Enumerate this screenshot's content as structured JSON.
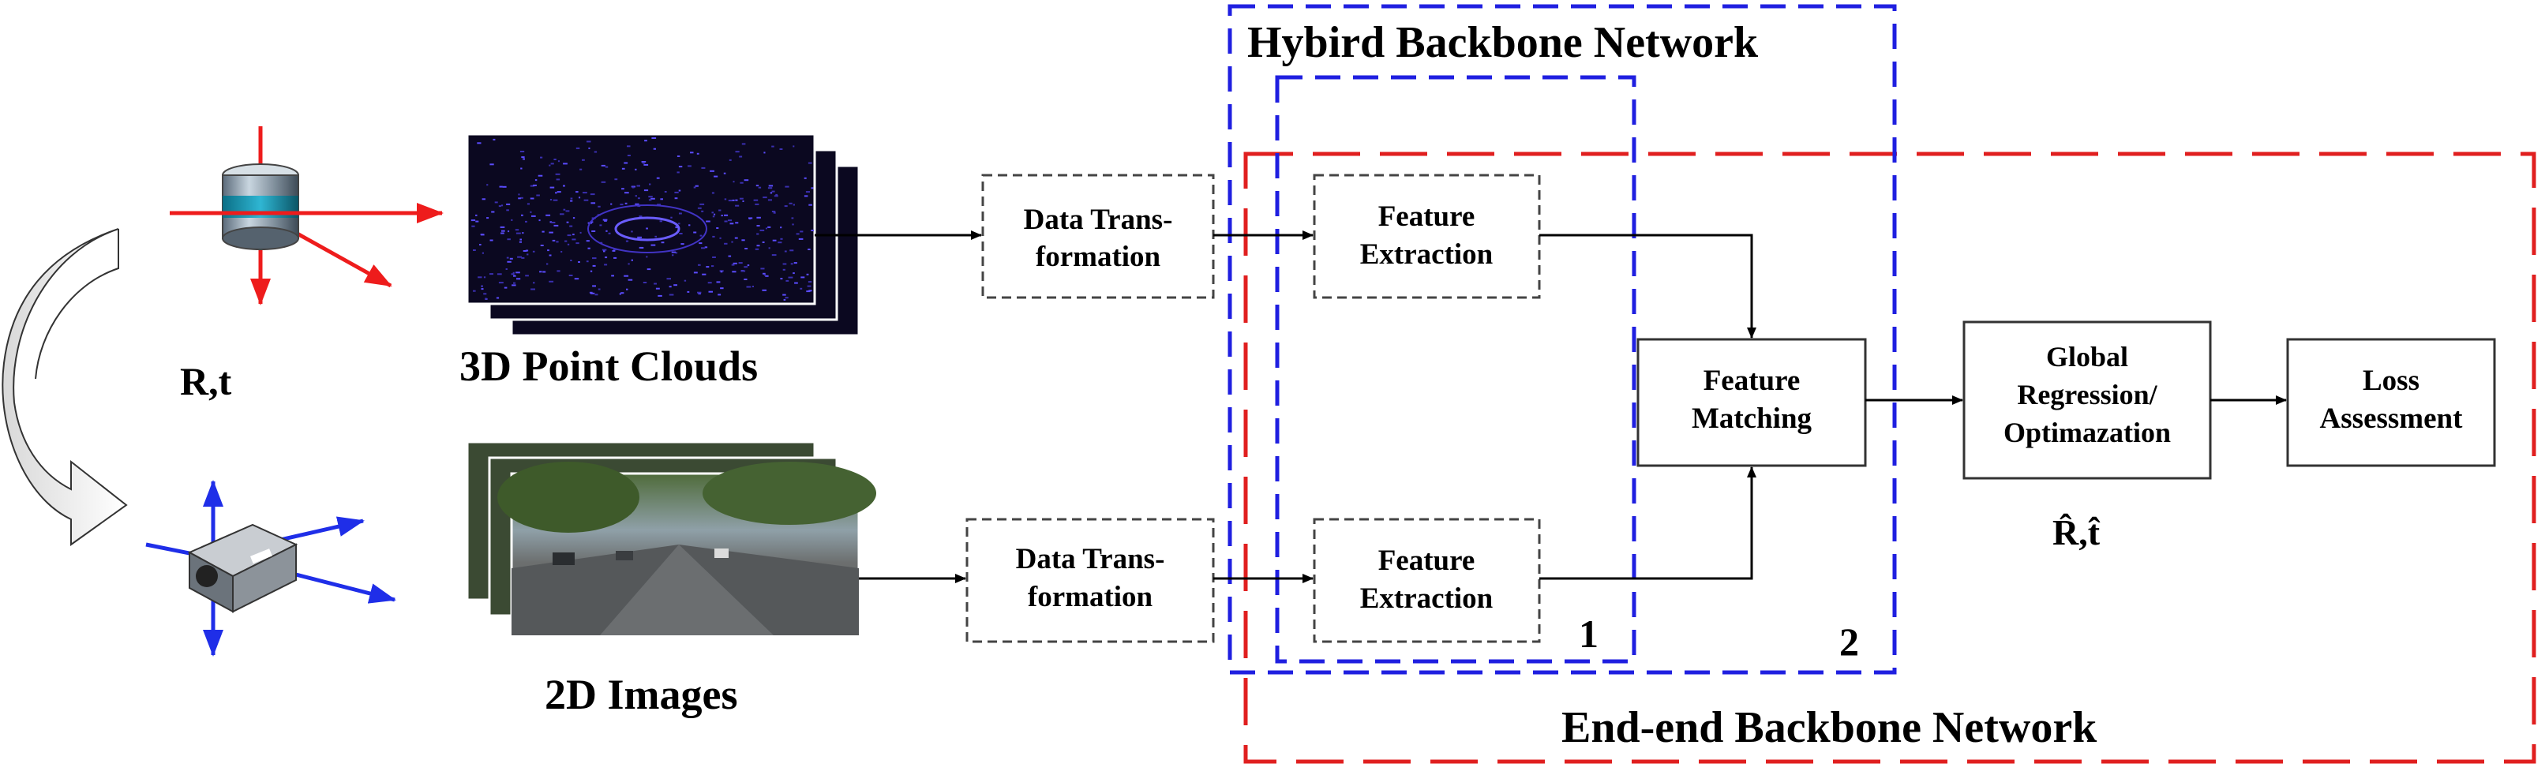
{
  "labels": {
    "pose": "R,t",
    "pose_estimate": "R̂,t̂",
    "point_clouds": "3D Point Clouds",
    "images": "2D Images",
    "hybrid_network": "Hybird Backbone Network",
    "endend_network": "End-end Backbone Network",
    "region1": "1",
    "region2": "2"
  },
  "boxes": {
    "data_transform_top": [
      "Data Trans-",
      "formation"
    ],
    "data_transform_bottom": [
      "Data Trans-",
      "formation"
    ],
    "feature_extraction_top": [
      "Feature",
      "Extraction"
    ],
    "feature_extraction_bottom": [
      "Feature",
      "Extraction"
    ],
    "feature_matching": [
      "Feature",
      "Matching"
    ],
    "global_regression": [
      "Global",
      "Regression/",
      "Optimazation"
    ],
    "loss_assessment": [
      "Loss",
      "Assessment"
    ]
  },
  "colors": {
    "hybrid": "#1f1fe0",
    "endend": "#e01f1f",
    "lidar_axes": "#ee1c1c",
    "camera_axes": "#1f2ee8",
    "pointcloud_bg": "#0b0820",
    "pointcloud_points": "#5b4cff"
  },
  "icons": {
    "lidar": "lidar-sensor-icon",
    "camera": "camera-sensor-icon",
    "transform": "curved-transform-arrow-icon"
  }
}
